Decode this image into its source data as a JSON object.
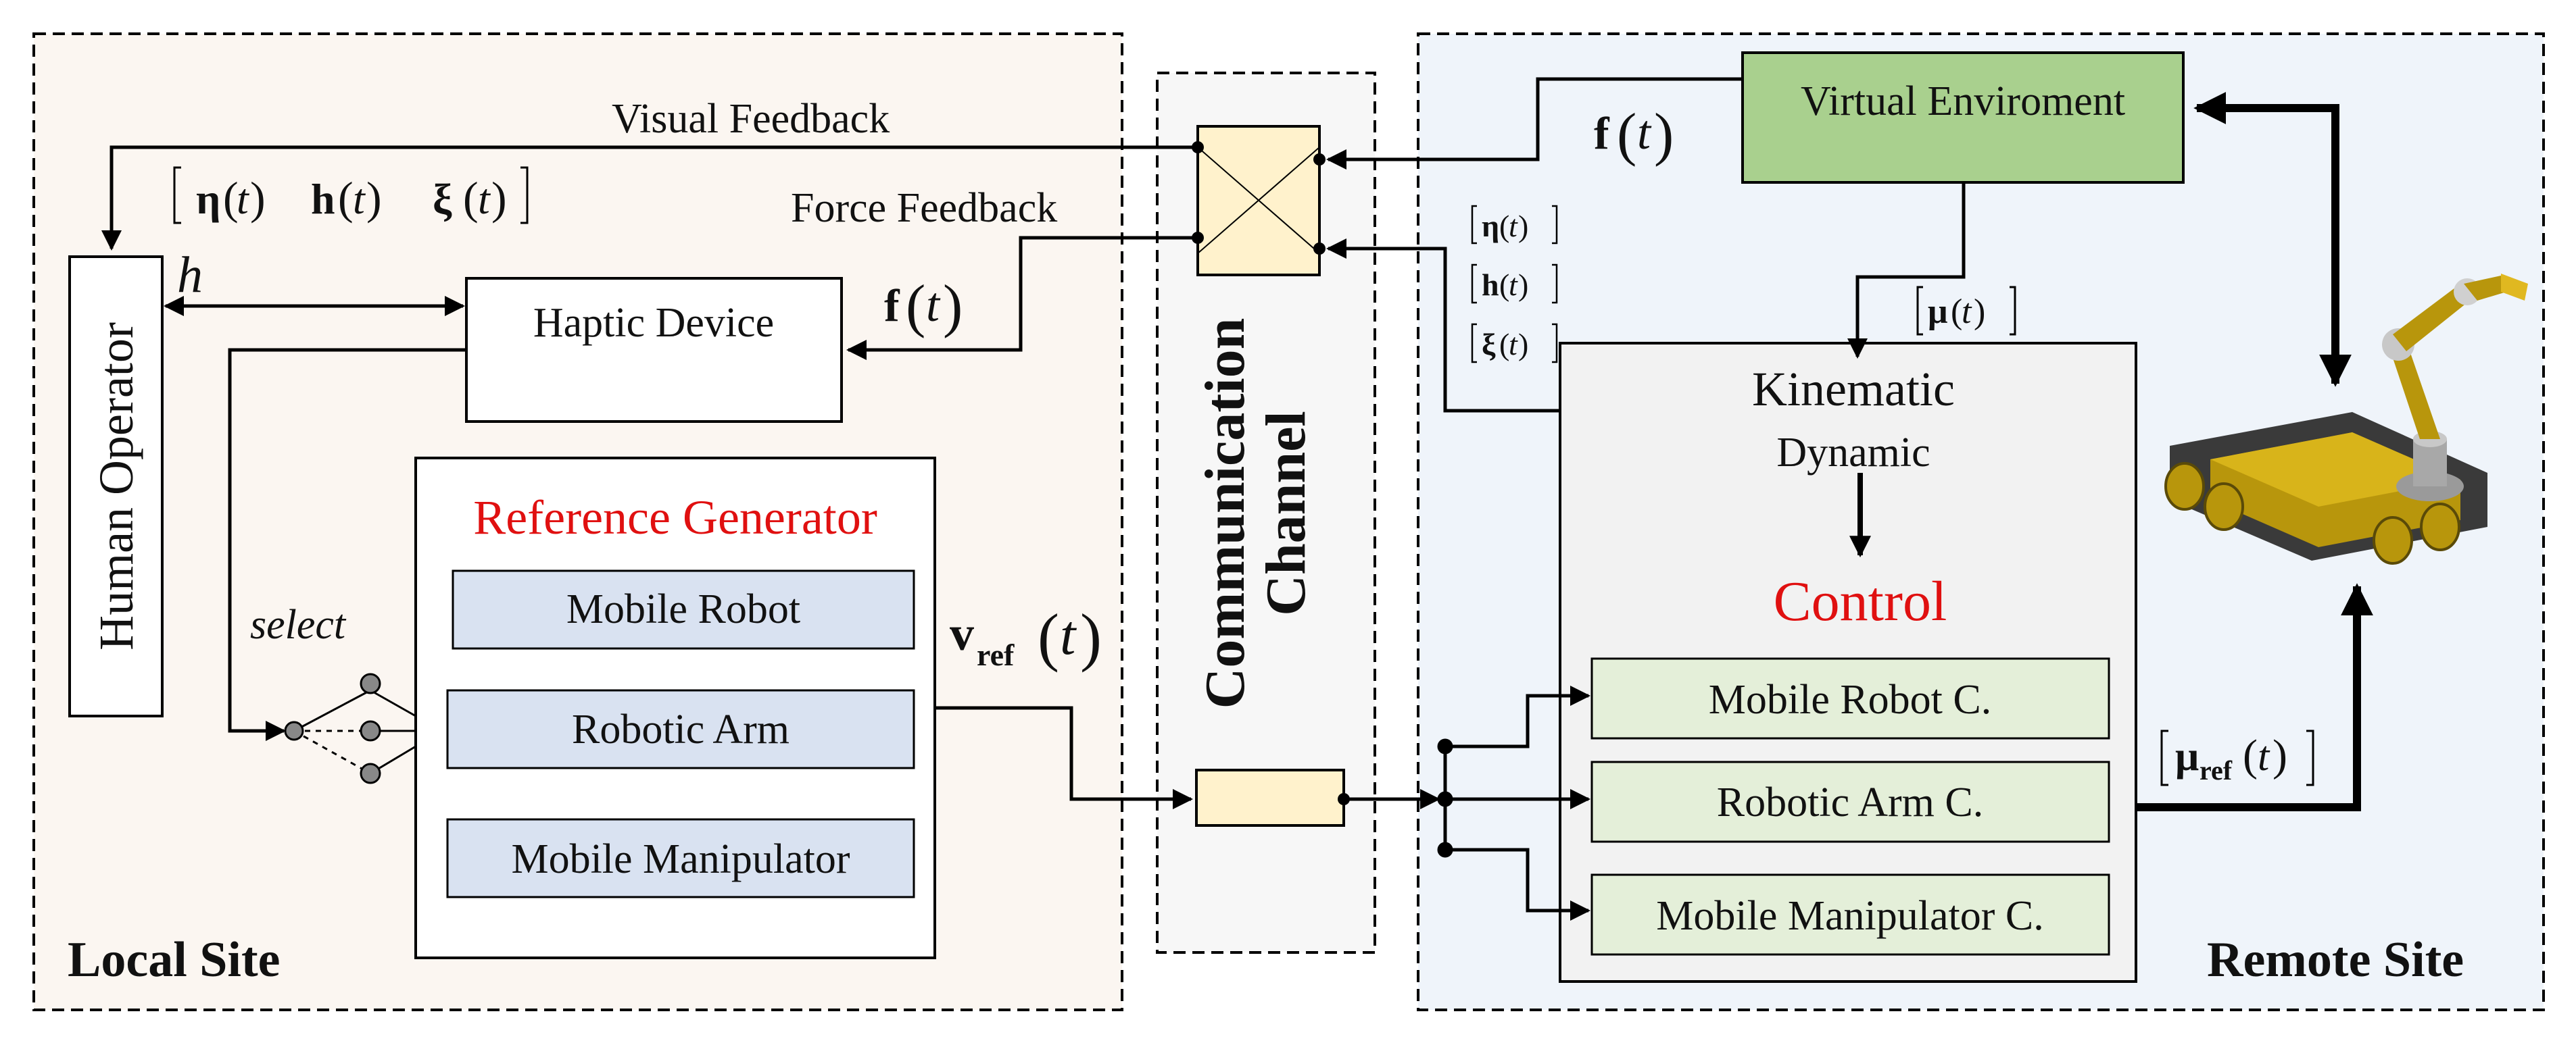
{
  "sites": {
    "local": "Local Site",
    "remote": "Remote Site"
  },
  "channel": {
    "line1": "Communication",
    "line2": "Channel"
  },
  "feedback": {
    "visual": "Visual Feedback",
    "force": "Force Feedback"
  },
  "blocks": {
    "human_operator": "Human Operator",
    "haptic_device": "Haptic Device",
    "virtual_environment": "Virtual Enviroment",
    "kinematic": "Kinematic",
    "dynamic": "Dynamic",
    "control": "Control"
  },
  "reference_generator": {
    "title": "Reference Generator",
    "items": [
      "Mobile Robot",
      "Robotic Arm",
      "Mobile Manipulator"
    ]
  },
  "controllers": {
    "items": [
      "Mobile Robot C.",
      "Robotic Arm C.",
      "Mobile Manipulator C."
    ]
  },
  "signals": {
    "h": "h",
    "select": "select",
    "f": "f",
    "t": "t",
    "eta": "η",
    "hv": "h",
    "xi": "ξ",
    "mu": "μ",
    "v": "v",
    "ref": "ref"
  },
  "colors": {
    "local_bg": "#fbf6f1",
    "remote_bg": "#eff4fa",
    "channel_bg": "#f7f7f7",
    "ref_item_fill": "#d9e2f1",
    "ctrl_item_fill": "#e4efd9",
    "virtual_env_fill": "#a9d08e",
    "switch_fill": "#fff2cc",
    "accent_red": "#e01010",
    "robot_body": "#b8960c"
  },
  "icons": {
    "robot": "mobile-manipulator-robot-icon"
  }
}
